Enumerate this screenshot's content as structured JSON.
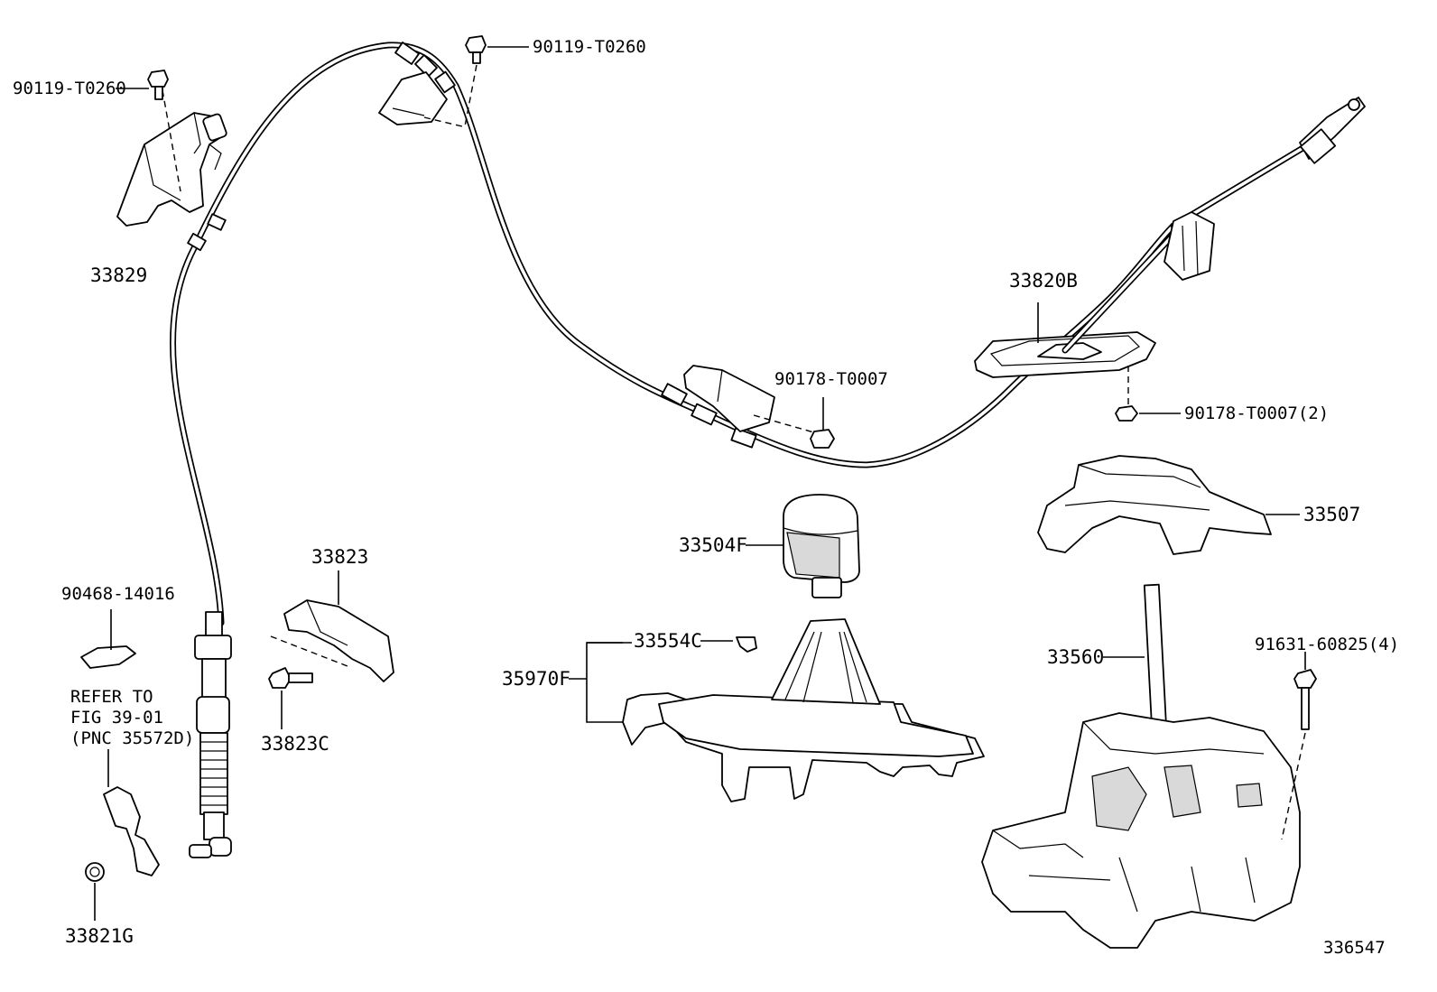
{
  "diagram": {
    "labels": {
      "bolt_top_left": "90119-T0260",
      "bolt_top_center": "90119-T0260",
      "bracket_left": "33829",
      "cable_assy": "33820B",
      "nut_center": "90178-T0007",
      "nut_right": "90178-T0007(2)",
      "housing_upper": "33507",
      "knob": "33504F",
      "bracket_33823": "33823",
      "clip_left": "90468-14016",
      "refer_line1": "REFER TO",
      "refer_line2": "FIG 39-01",
      "refer_line3": "(PNC 35572D)",
      "bolt_33823c": "33823C",
      "clip_33554c": "33554C",
      "indicator_35970f": "35970F",
      "lever_assy": "33560",
      "bolt_right": "91631-60825(4)",
      "clip_33821g": "33821G",
      "figure_id": "336547"
    }
  }
}
